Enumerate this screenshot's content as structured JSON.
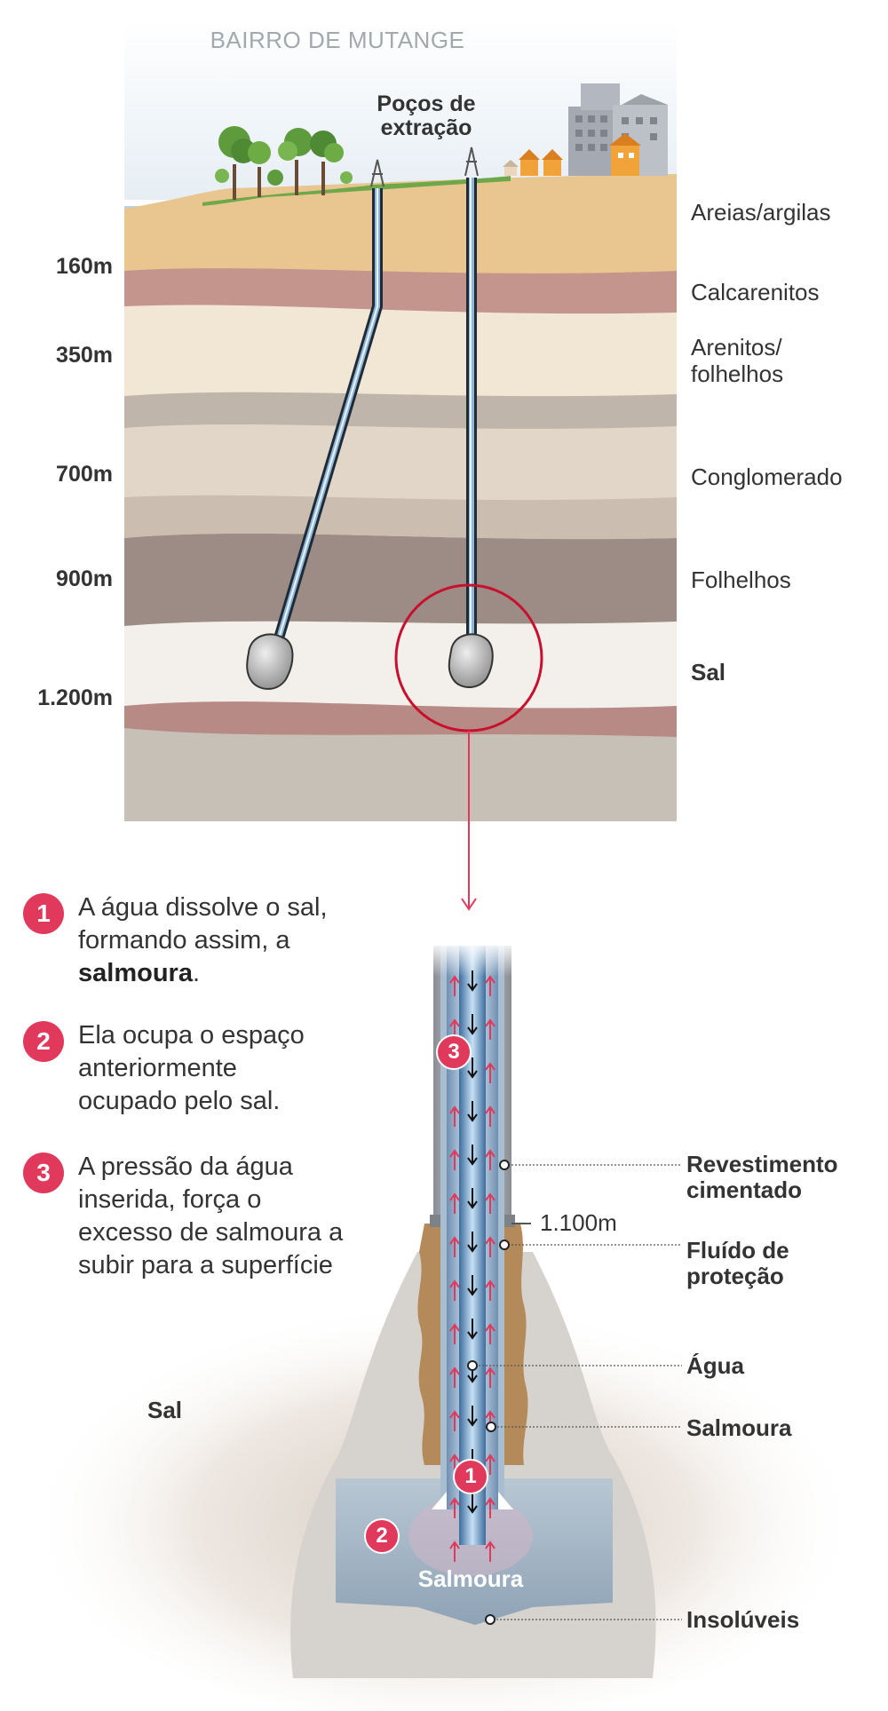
{
  "header": {
    "neighborhood": "BAIRRO DE MUTANGE",
    "wells_label_line1": "Poços de",
    "wells_label_line2": "extração"
  },
  "depths": [
    "160m",
    "350m",
    "700m",
    "900m",
    "1.200m"
  ],
  "layers": {
    "sands": "Areias/argilas",
    "calcarenites": "Calcarenitos",
    "sandstones_line1": "Arenitos/",
    "sandstones_line2": "folhelhos",
    "conglomerate": "Conglomerado",
    "shales": "Folhelhos",
    "salt": "Sal"
  },
  "steps": [
    {
      "number": "1",
      "line1": "A água dissolve o sal,",
      "line2": "formando assim, a",
      "bold": "salmoura",
      "tail": "."
    },
    {
      "number": "2",
      "line1": "Ela ocupa o espaço",
      "line2": "anteriormente",
      "line3": "ocupado pelo sal."
    },
    {
      "number": "3",
      "line1": "A pressão da água",
      "line2": "inserida, força o",
      "line3": "excesso de salmoura a",
      "line4": "subir para a superfície"
    }
  ],
  "detail": {
    "salt_label": "Sal",
    "depth_marker": "1.100m",
    "casing_line1": "Revestimento",
    "casing_line2": "cimentado",
    "fluid_line1": "Fluído de",
    "fluid_line2": "proteção",
    "water": "Água",
    "brine": "Salmoura",
    "insolubles": "Insolúveis",
    "cavity_label": "Salmoura",
    "cavity_badges": [
      "3",
      "1",
      "2"
    ]
  },
  "colors": {
    "accent_red": "#e0395c",
    "circle_red": "#c8102e",
    "sand": "#e9c690",
    "calcarenite": "#c4958c",
    "sandstone": "#f2e6d4",
    "conglomerate": "#e2d6c8",
    "shale": "#9c8c85",
    "salt": "#f3f0ec",
    "bedrock": "#c6c0b6"
  }
}
